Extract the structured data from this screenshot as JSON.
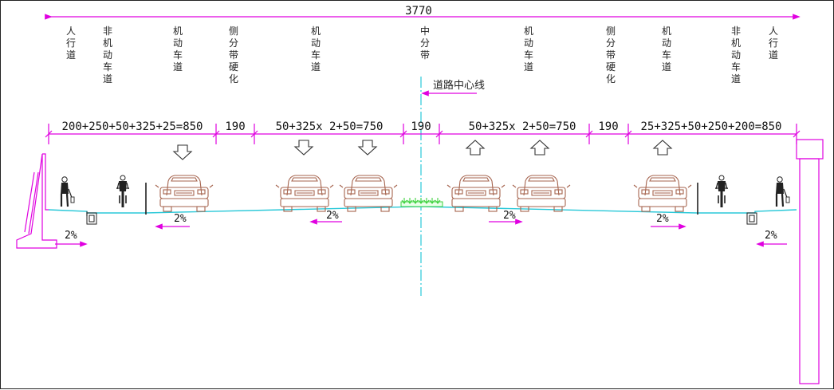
{
  "total_width_label": "3770",
  "zone_labels": [
    "人行道",
    "非机动车道",
    "机动车道",
    "侧分带硬化",
    "机动车道",
    "中分带",
    "机动车道",
    "侧分带硬化",
    "机动车道",
    "非机动车道",
    "人行道"
  ],
  "centerline_label": "道路中心线",
  "dimension_labels": [
    "200+250+50+325+25=850",
    "190",
    "50+325x 2+50=750",
    "190",
    "50+325x 2+50=750",
    "190",
    "25+325+50+250+200=850"
  ],
  "slope_labels": [
    "2%",
    "2%",
    "2%",
    "2%",
    "2%",
    "2%"
  ],
  "colors": {
    "dimension": "#e000e0",
    "road_surface": "#29c8d8",
    "vehicle": "#a5634d",
    "median_plants": "#3cd23c"
  },
  "icons": [
    "arrow-down-icon",
    "arrow-up-icon",
    "car-icon",
    "pedestrian-icon",
    "cyclist-icon",
    "planter-icon"
  ]
}
